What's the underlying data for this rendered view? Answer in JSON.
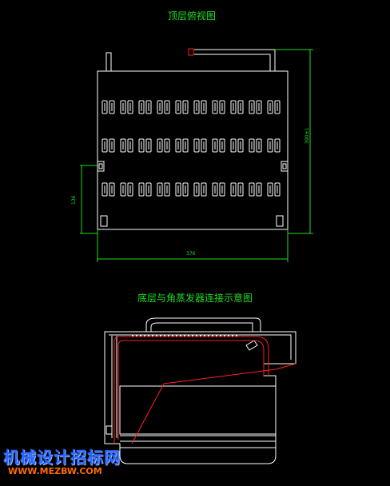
{
  "titles": {
    "top_view": "顶层俯视图",
    "bottom_view": "底层与角蒸发器连接示意图"
  },
  "dimensions": {
    "width": "376",
    "height": "390±1",
    "left": "136"
  },
  "watermark": {
    "main": "机械设计招标网",
    "url": "WWW.MEZBW.COM"
  },
  "colors": {
    "background": "#000000",
    "outline": "#ffffff",
    "dimension": "#22dd22",
    "pipe": "#ff2020",
    "watermark": "#2a66ff",
    "watermark_url": "#ff6a00"
  },
  "grid": {
    "rows": 3,
    "columns": 10
  }
}
